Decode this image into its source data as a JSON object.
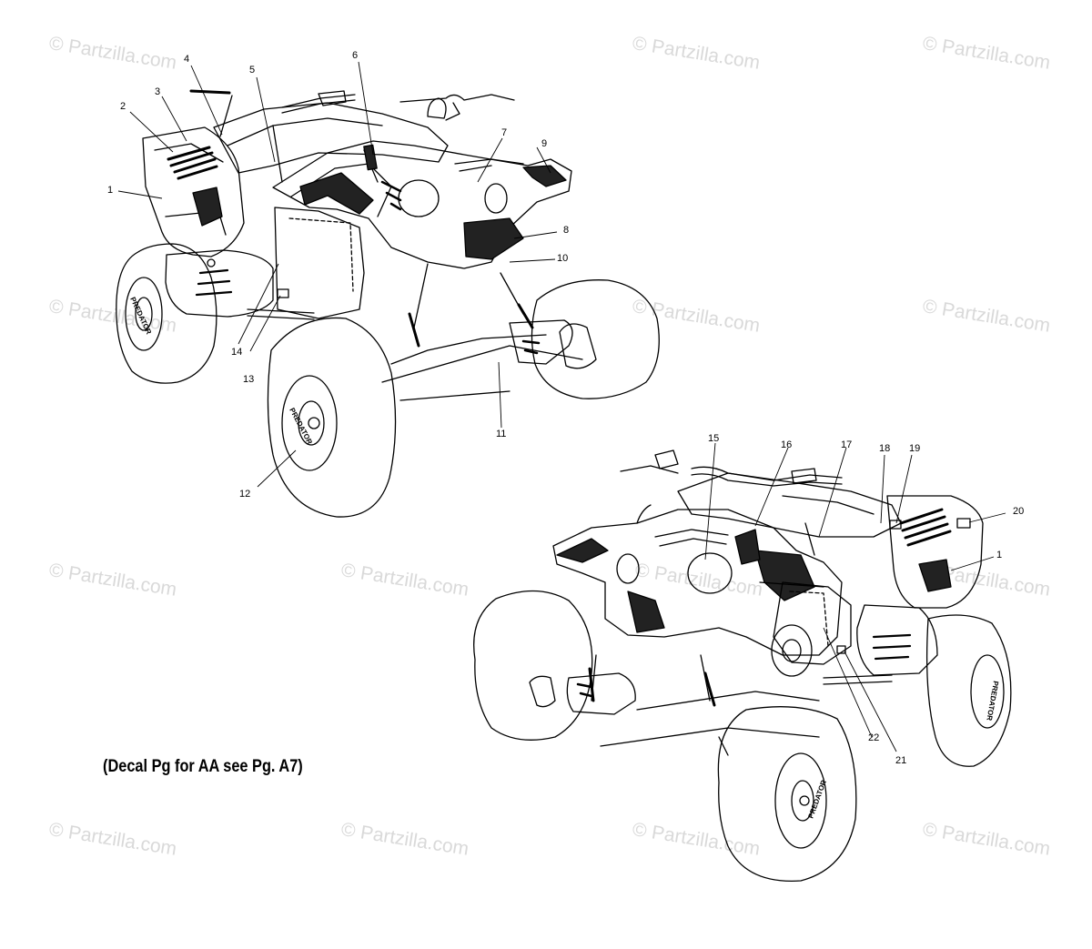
{
  "note": "(Decal Pg for AA see Pg. A7)",
  "watermark_text": "© Partzilla.com",
  "tire_brand": "PREDATOR",
  "callouts_top": [
    "1",
    "2",
    "3",
    "4",
    "5",
    "6",
    "7",
    "8",
    "9",
    "10",
    "11",
    "12",
    "13",
    "14"
  ],
  "callouts_bottom": [
    "15",
    "16",
    "17",
    "18",
    "19",
    "20",
    "1",
    "21",
    "22"
  ],
  "colors": {
    "line": "#000000",
    "watermark": "#d9d9d9",
    "background": "#ffffff"
  }
}
